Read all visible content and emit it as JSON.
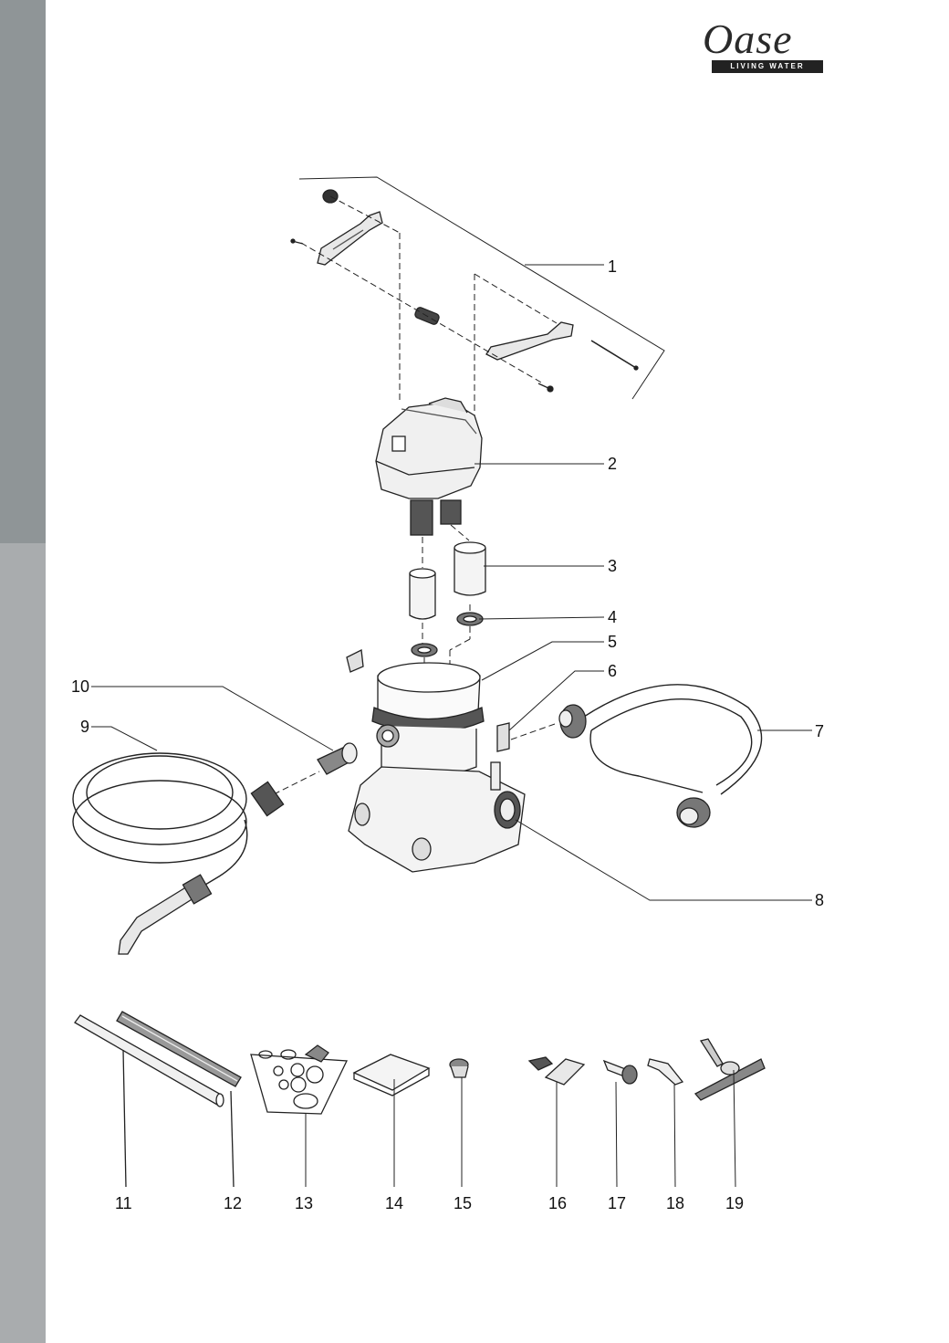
{
  "brand": {
    "logo_word": "Oase",
    "tagline": "LIVING WATER"
  },
  "parts": {
    "p1": "1",
    "p2": "2",
    "p3": "3",
    "p4": "4",
    "p5": "5",
    "p6": "6",
    "p7": "7",
    "p8": "8",
    "p9": "9",
    "p10": "10",
    "p11": "11",
    "p12": "12",
    "p13": "13",
    "p14": "14",
    "p15": "15",
    "p16": "16",
    "p17": "17",
    "p18": "18",
    "p19": "19"
  }
}
